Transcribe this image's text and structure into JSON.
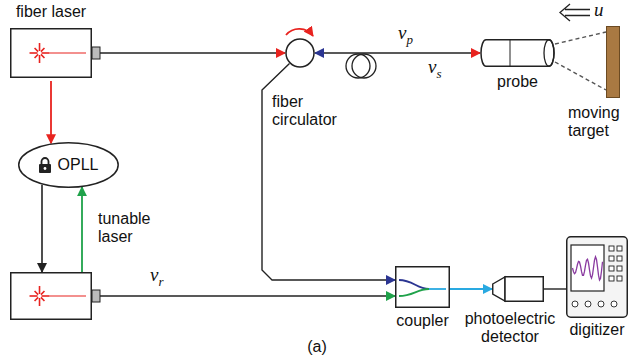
{
  "diagram": {
    "caption": "(a)",
    "nodes": [
      {
        "text": [
          "fiber laser"
        ]
      },
      {
        "text": [
          "fiber circulator"
        ]
      },
      {
        "text": [
          "probe"
        ]
      },
      {
        "text": [
          "moving target"
        ]
      },
      {
        "text": [
          "OPLL"
        ]
      },
      {
        "text": [
          "tunable laser"
        ]
      },
      {
        "text": [
          "coupler"
        ]
      },
      {
        "text": [
          "photoelectric detector"
        ]
      },
      {
        "text": [
          "digitizer"
        ]
      }
    ],
    "edges": [
      {
        "from": 0,
        "to": 1,
        "arrow": "to"
      },
      {
        "from": 1,
        "to": 2,
        "arrow": "both"
      },
      {
        "from": 2,
        "to": 3,
        "arrow": "none"
      },
      {
        "from": 0,
        "to": 4,
        "arrow": "to"
      },
      {
        "from": 4,
        "to": 5,
        "arrow": "to"
      },
      {
        "from": 5,
        "to": 4,
        "arrow": "to"
      },
      {
        "from": 1,
        "to": 6,
        "arrow": "to"
      },
      {
        "from": 5,
        "to": 6,
        "arrow": "to"
      },
      {
        "from": 6,
        "to": 7,
        "arrow": "to"
      },
      {
        "from": 7,
        "to": 8,
        "arrow": "none"
      }
    ],
    "labels": [
      "u",
      "νp",
      "νs",
      "νr"
    ]
  }
}
